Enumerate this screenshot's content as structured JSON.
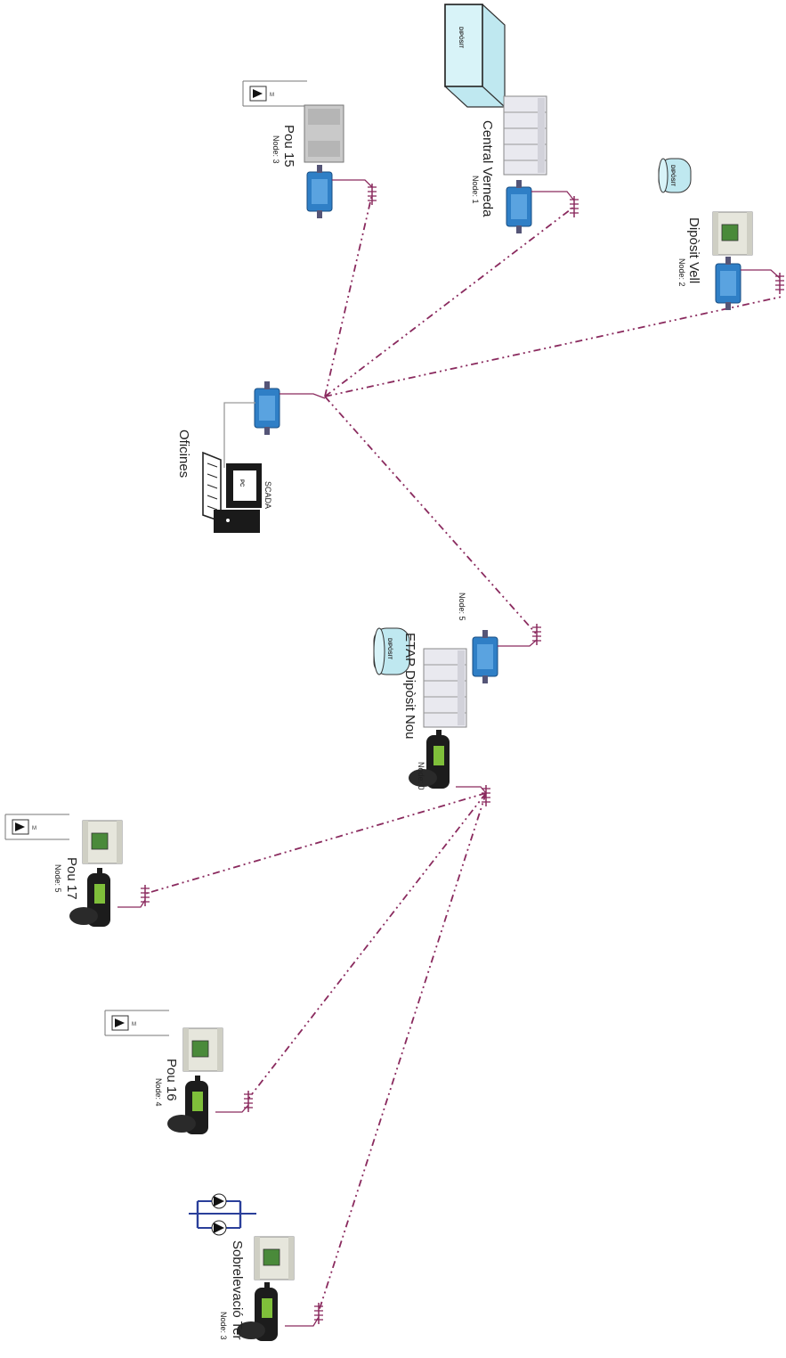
{
  "sites": {
    "pou15": {
      "name": "Pou 15",
      "node": "Node: 3"
    },
    "central": {
      "name": "Central Verneda",
      "node": "Node: 1"
    },
    "diposit_vell": {
      "name": "Dipòsit Vell",
      "node": "Node: 2"
    },
    "oficines": {
      "name": "Oficines",
      "pc_label": "SCADA",
      "pc_screen": "PC"
    },
    "etap": {
      "name": "ETAP Dipòsit Nou",
      "node_modem": "Node: 5",
      "node_radio": "Node: 0"
    },
    "pou17": {
      "name": "Pou 17",
      "node": "Node: 5"
    },
    "pou16": {
      "name": "Pou 16",
      "node": "Node: 4"
    },
    "sobre": {
      "name": "Sobrelevació Ter",
      "node": "Node: 3"
    }
  },
  "tanks": {
    "label": "DIPÒSIT"
  },
  "colors": {
    "link": "#8a2a5e",
    "modem": "#2f7fc6",
    "tank": "#bfe8f0",
    "pump": "#2a3f9a"
  }
}
